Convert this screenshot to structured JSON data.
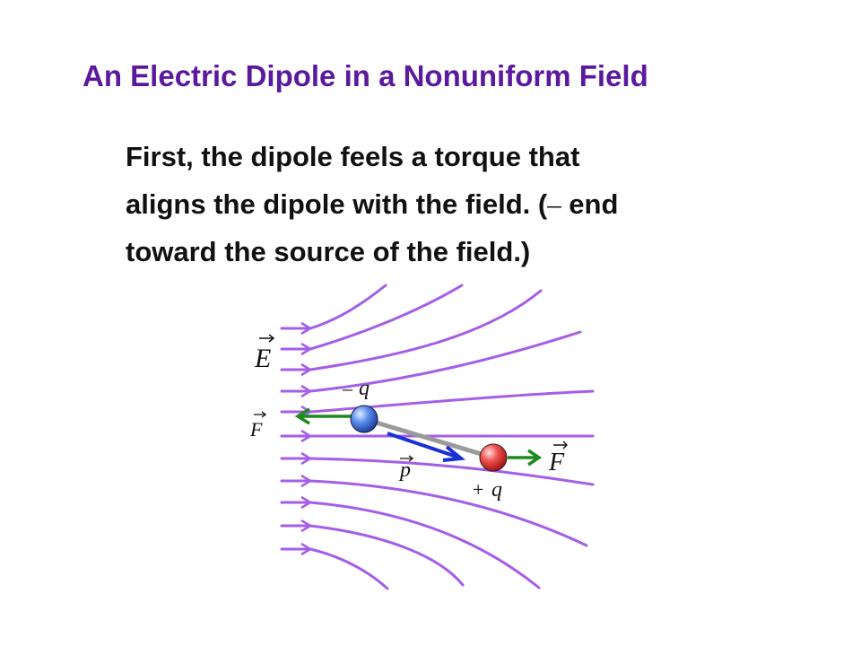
{
  "slide": {
    "title": "An Electric Dipole in a Nonuniform Field",
    "body_lines": [
      "First, the dipole feels a torque that",
      "aligns the dipole with the field. (",
      " end",
      "toward the source of the field.)"
    ],
    "minus_sign": "–"
  },
  "diagram": {
    "labels": {
      "field": "E",
      "force_left": "F",
      "force_right": "F",
      "dipole_moment": "p",
      "neg_charge_sign": "–",
      "neg_charge_var": "q",
      "pos_charge_sign": "+",
      "pos_charge_var": "q"
    },
    "colors": {
      "field_lines": "#a45ee8",
      "force_arrows": "#1f8a1f",
      "dipole_arrow": "#1a2fd6",
      "rod": "#9a9a9a",
      "negative_charge": "#4a7fe0",
      "positive_charge": "#e03a3a",
      "title": "#5b1a9e"
    }
  }
}
